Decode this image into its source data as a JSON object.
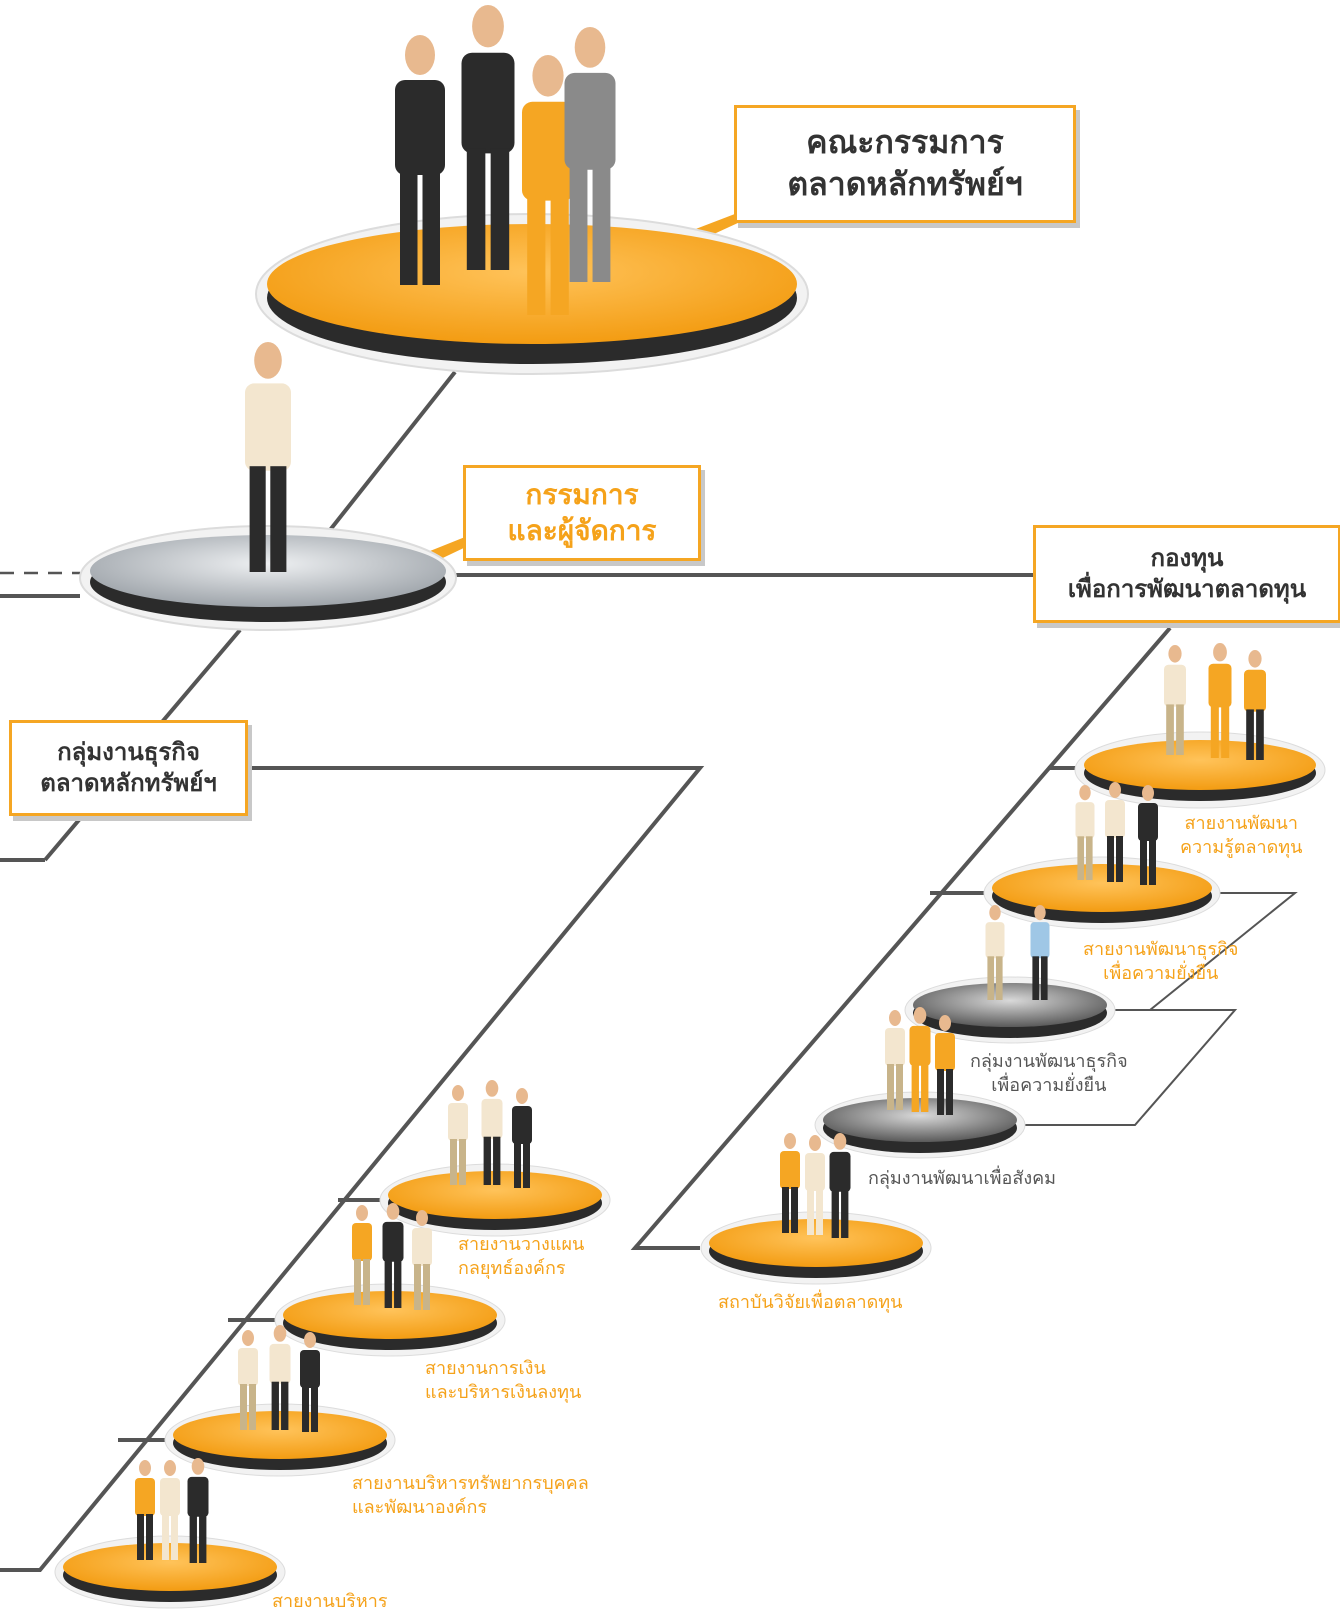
{
  "board": {
    "line1": "คณะกรรมการ",
    "line2": "ตลาดหลักทรัพย์ฯ"
  },
  "president": {
    "line1": "กรรมการ",
    "line2": "และผู้จัดการ"
  },
  "fund": {
    "line1": "กองทุน",
    "line2": "เพื่อการพัฒนาตลาดทุน"
  },
  "business": {
    "line1": "กลุ่มงานธุรกิจ",
    "line2": "ตลาดหลักทรัพย์ฯ"
  },
  "units": {
    "strategy": {
      "line1": "สายงานวางแผน",
      "line2": "กลยุทธ์องค์กร"
    },
    "finance": {
      "line1": "สายงานการเงิน",
      "line2": "และบริหารเงินลงทุน"
    },
    "hr": {
      "line1": "สายงานบริหารทรัพยากรบุคคล",
      "line2": "และพัฒนาองค์กร"
    },
    "admin": {
      "line1": "สายงานบริหาร"
    },
    "knowledge": {
      "line1": "สายงานพัฒนา",
      "line2": "ความรู้ตลาดทุน"
    },
    "sustain_unit": {
      "line1": "สายงานพัฒนาธุรกิจ",
      "line2": "เพื่อความยั่งยืน"
    },
    "sustain_group": {
      "line1": "กลุ่มงานพัฒนาธุรกิจ",
      "line2": "เพื่อความยั่งยืน"
    },
    "social": {
      "line1": "กลุ่มงานพัฒนาเพื่อสังคม"
    },
    "research": {
      "line1": "สถาบันวิจัยเพื่อตลาดทุน"
    }
  },
  "colors": {
    "accent": "#f5a623",
    "line": "#555555",
    "platform_gray": "#c9cdd2",
    "suit_dark": "#2b2b2b"
  }
}
